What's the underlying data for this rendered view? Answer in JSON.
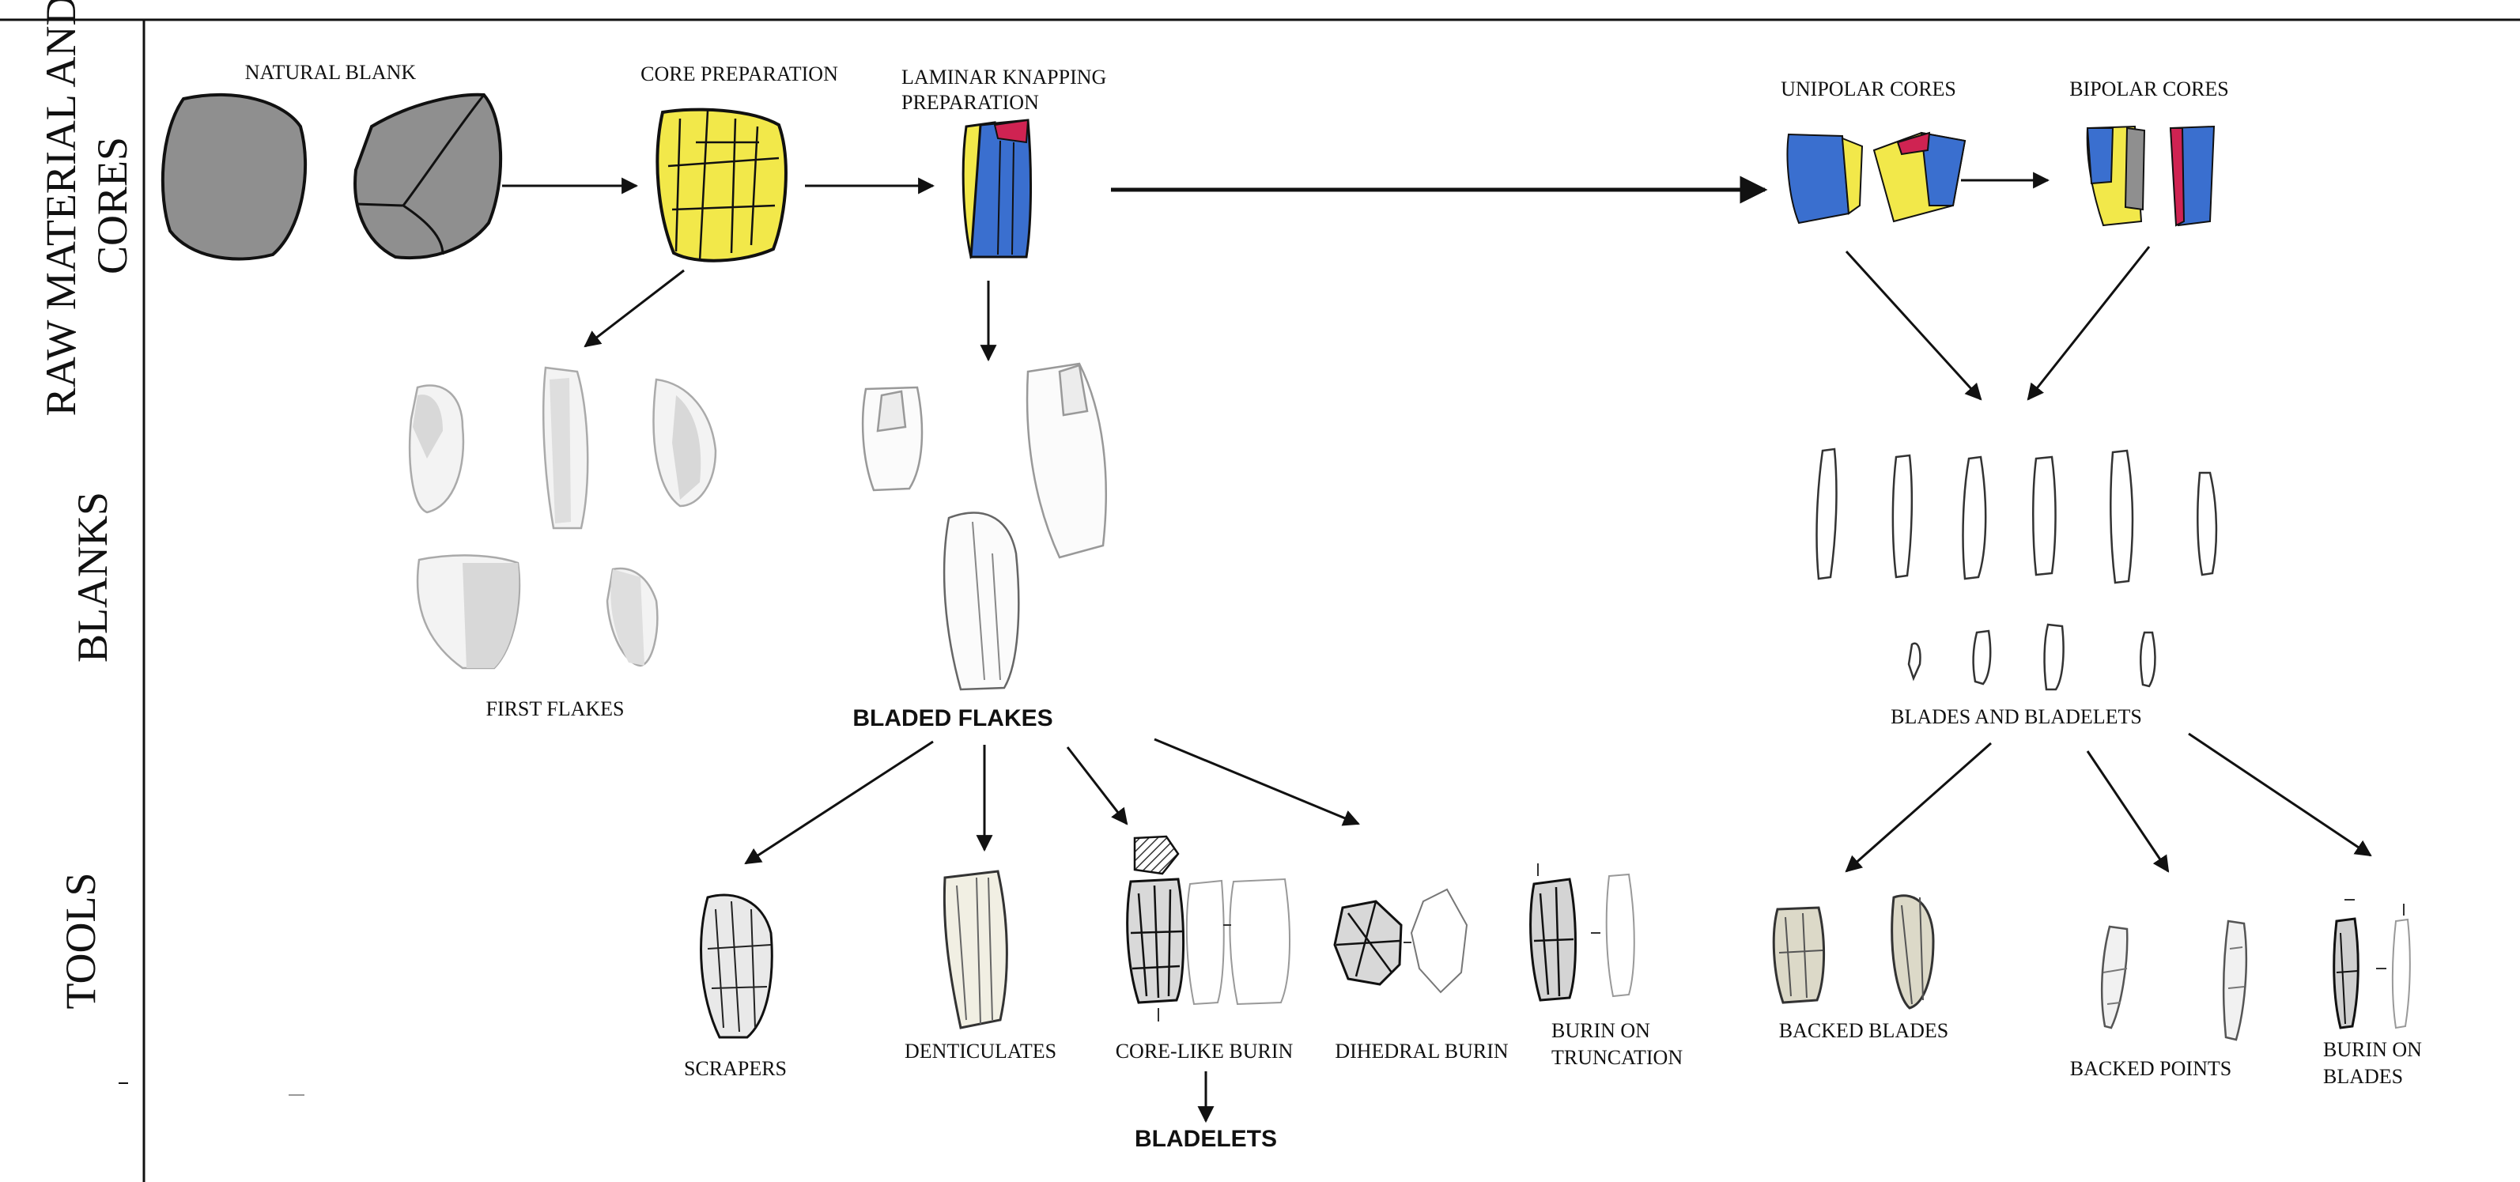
{
  "rows": {
    "raw_line1": "RAW MATERIAL AND",
    "raw_line2": "CORES",
    "blanks": "BLANKS",
    "tools": "TOOLS"
  },
  "labels": {
    "natural_blank": "NATURAL BLANK",
    "core_preparation": "CORE PREPARATION",
    "laminar_line1": "LAMINAR KNAPPING",
    "laminar_line2": "PREPARATION",
    "unipolar_cores": "UNIPOLAR CORES",
    "bipolar_cores": "BIPOLAR CORES",
    "first_flakes": "FIRST FLAKES",
    "bladed_flakes": "BLADED FLAKES",
    "blades_and_bladelets": "BLADES AND BLADELETS",
    "scrapers": "SCRAPERS",
    "denticulates": "DENTICULATES",
    "core_like_burin": "CORE-LIKE BURIN",
    "dihedral_burin": "DIHEDRAL BURIN",
    "burin_truncation_line1": "BURIN ON",
    "burin_truncation_line2": "TRUNCATION",
    "backed_blades": "BACKED BLADES",
    "backed_points": "BACKED POINTS",
    "burin_blades_line1": "BURIN ON",
    "burin_blades_line2": "BLADES",
    "bladelets": "BLADELETS"
  },
  "colors": {
    "natural_stone": "#8f8f8f",
    "cortex_yellow": "#f2e84a",
    "laminar_blue": "#3a6fcf",
    "platform_red": "#cf2352",
    "flake_gray": "#e2e2e2",
    "ink": "#111111"
  }
}
